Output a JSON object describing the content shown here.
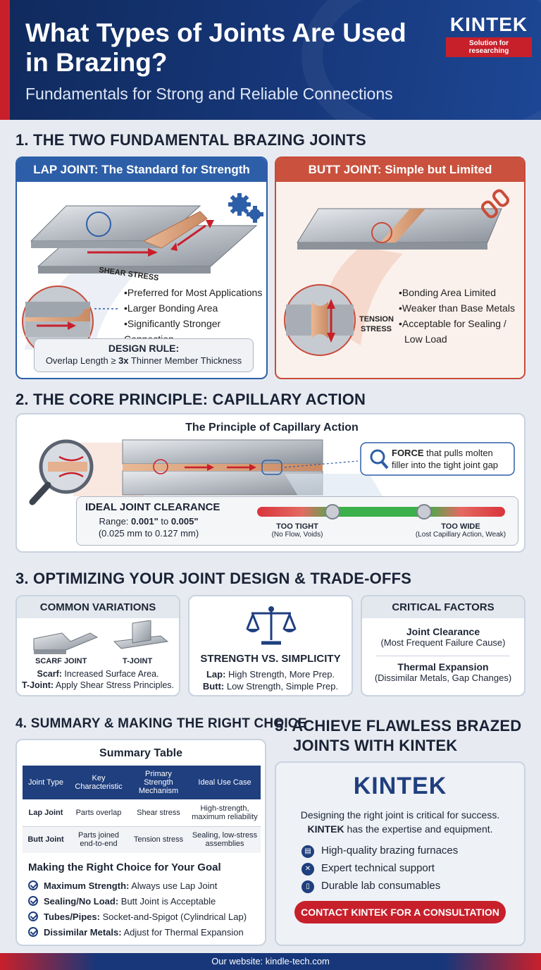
{
  "header": {
    "title": "What Types of Joints Are Used in Brazing?",
    "subtitle": "Fundamentals for Strong and Reliable Connections",
    "logo": "KINTEK",
    "logo_tagline": "Solution for researching"
  },
  "section1": {
    "heading": "1. THE TWO FUNDAMENTAL BRAZING JOINTS",
    "lap": {
      "title": "LAP JOINT: The Standard for Strength",
      "stress_label": "SHEAR STRESS",
      "bullets": [
        "Preferred for Most Applications",
        "Larger Bonding Area",
        "Significantly Stronger Connection"
      ],
      "rule_title": "DESIGN RULE:",
      "rule_text_a": "Overlap Length ≥ ",
      "rule_text_b": "3x",
      "rule_text_c": " Thinner Member Thickness"
    },
    "butt": {
      "title": "BUTT JOINT: Simple but Limited",
      "stress_label_1": "TENSION",
      "stress_label_2": "STRESS",
      "bullets": [
        "Bonding Area Limited",
        "Weaker than Base Metals",
        "Acceptable for Sealing /",
        "Low Load"
      ]
    }
  },
  "section2": {
    "heading": "2. THE CORE PRINCIPLE: CAPILLARY ACTION",
    "diagram_title": "The Principle of Capillary Action",
    "force_bold": "FORCE",
    "force_text_1": " that pulls molten",
    "force_text_2": "filler into the tight joint gap",
    "clearance": {
      "title": "IDEAL JOINT CLEARANCE",
      "range_label": "Range: ",
      "range_low": "0.001\"",
      "range_mid": " to ",
      "range_high": "0.005\"",
      "range_metric": "(0.025 mm to 0.127 mm)",
      "tight_label": "TOO TIGHT",
      "tight_note": "(No Flow, Voids)",
      "wide_label": "TOO WIDE",
      "wide_note": "(Lost Capillary Action, Weak)"
    }
  },
  "section3": {
    "heading": "3. OPTIMIZING YOUR JOINT DESIGN & TRADE-OFFS",
    "variations": {
      "title": "COMMON VARIATIONS",
      "scarf_label": "SCARF JOINT",
      "tjoint_label": "T-JOINT",
      "line1_bold": "Scarf:",
      "line1_text": " Increased Surface Area.",
      "line2_bold": "T-Joint:",
      "line2_text": " Apply Shear Stress Principles."
    },
    "tradeoff": {
      "title": "STRENGTH VS. SIMPLICITY",
      "line1_bold": "Lap:",
      "line1_text": " High Strength, More Prep.",
      "line2_bold": "Butt:",
      "line2_text": " Low Strength, Simple Prep."
    },
    "factors": {
      "title": "CRITICAL FACTORS",
      "f1_title": "Joint Clearance",
      "f1_note": "(Most Frequent Failure Cause)",
      "f2_title": "Thermal Expansion",
      "f2_note": "(Dissimilar Metals, Gap Changes)"
    }
  },
  "section4": {
    "heading": "4. SUMMARY & MAKING THE RIGHT CHOICE",
    "table_title": "Summary Table",
    "columns": [
      "Joint Type",
      "Key Characteristic",
      "Primary Strength Mechanism",
      "Ideal Use Case"
    ],
    "rows": [
      [
        "Lap Joint",
        "Parts overlap",
        "Shear stress",
        "High-strength, maximum reliability"
      ],
      [
        "Butt Joint",
        "Parts joined end-to-end",
        "Tension stress",
        "Sealing, low-stress assemblies"
      ]
    ],
    "choice_title": "Making the Right Choice for Your Goal",
    "choices": [
      {
        "bold": "Maximum Strength:",
        "text": " Always use Lap Joint"
      },
      {
        "bold": "Sealing/No Load:",
        "text": " Butt Joint is Acceptable"
      },
      {
        "bold": "Tubes/Pipes:",
        "text": " Socket-and-Spigot (Cylindrical Lap)"
      },
      {
        "bold": "Dissimilar Metals:",
        "text": " Adjust for Thermal Expansion"
      }
    ]
  },
  "section5": {
    "heading_1": "5. ACHIEVE FLAWLESS BRAZED",
    "heading_2": "JOINTS WITH KINTEK",
    "logo": "KINTEK",
    "text_1": "Designing the right joint is critical for success.",
    "text_2_bold": "KINTEK",
    "text_2": " has the expertise and equipment.",
    "services": [
      {
        "icon": "furnace-icon",
        "label": "High-quality brazing furnaces"
      },
      {
        "icon": "tools-icon",
        "label": "Expert technical support"
      },
      {
        "icon": "clipboard-icon",
        "label": "Durable lab consumables"
      }
    ],
    "cta": "CONTACT KINTEK FOR A CONSULTATION"
  },
  "footer": {
    "text": "Our website: kindle-tech.com"
  },
  "colors": {
    "navy": "#17377a",
    "red": "#c8202b",
    "blue": "#2d5fa8",
    "green": "#3cb04a"
  }
}
